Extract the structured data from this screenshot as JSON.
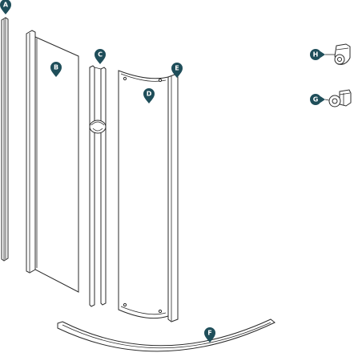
{
  "colors": {
    "marker": "#1f4e5a",
    "marker_text": "#ffffff",
    "line": "#2b2b2b"
  },
  "labels": {
    "a": "A",
    "b": "B",
    "c": "C",
    "d": "D",
    "e": "E",
    "f": "F",
    "g": "G",
    "h": "H"
  }
}
